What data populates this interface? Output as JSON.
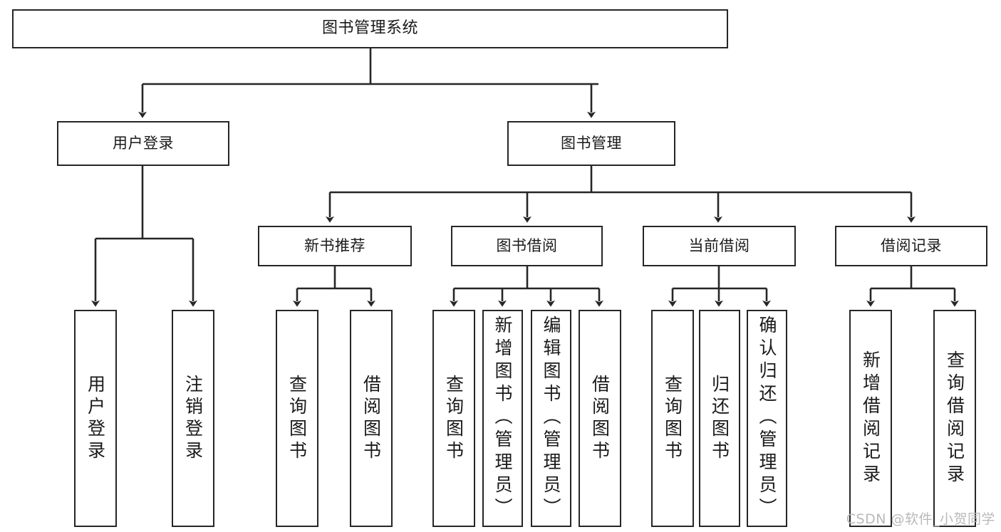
{
  "diagram": {
    "title": "图书管理系统",
    "type": "tree-hierarchy",
    "watermark": "CSDN @软件_小贺同学",
    "colors": {
      "box_border": "#262626",
      "box_fill": "#ffffff",
      "edge": "#262626",
      "text": "#1a1a1a",
      "watermark": "#b9b9b9"
    },
    "nodes": {
      "root": {
        "label": "图书管理系统"
      },
      "level2": [
        {
          "label": "用户登录"
        },
        {
          "label": "图书管理"
        }
      ],
      "level3": [
        {
          "label": "新书推荐"
        },
        {
          "label": "图书借阅"
        },
        {
          "label": "当前借阅"
        },
        {
          "label": "借阅记录"
        }
      ],
      "leaves": {
        "user_login": [
          {
            "label": "用户登录"
          },
          {
            "label": "注销登录"
          }
        ],
        "new_book_recommend": [
          {
            "label": "查询图书"
          },
          {
            "label": "借阅图书"
          }
        ],
        "book_borrow": [
          {
            "label": "查询图书"
          },
          {
            "label": "新增图书（管理员）"
          },
          {
            "label": "编辑图书（管理员）"
          },
          {
            "label": "借阅图书"
          }
        ],
        "current_borrow": [
          {
            "label": "查询图书"
          },
          {
            "label": "归还图书"
          },
          {
            "label": "确认归还（管理员）"
          }
        ],
        "borrow_record": [
          {
            "label": "新增借阅记录"
          },
          {
            "label": "查询借阅记录"
          }
        ]
      }
    }
  }
}
